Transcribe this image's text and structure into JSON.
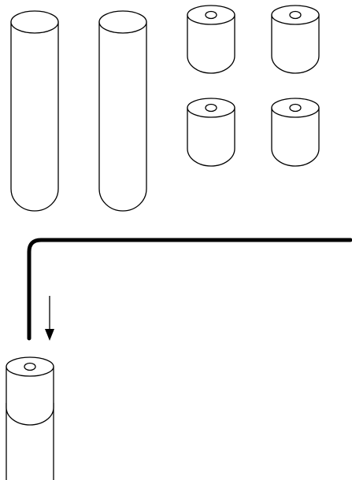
{
  "diagram": {
    "description_text": "",
    "colors": {
      "stroke": "#000000",
      "fill": "#ffffff"
    },
    "elements": {
      "long_cylinders": 2,
      "short_hollow_cylinders": 4,
      "bent_rod": 1,
      "down_arrow": 1,
      "tube_with_insert": 1
    }
  }
}
